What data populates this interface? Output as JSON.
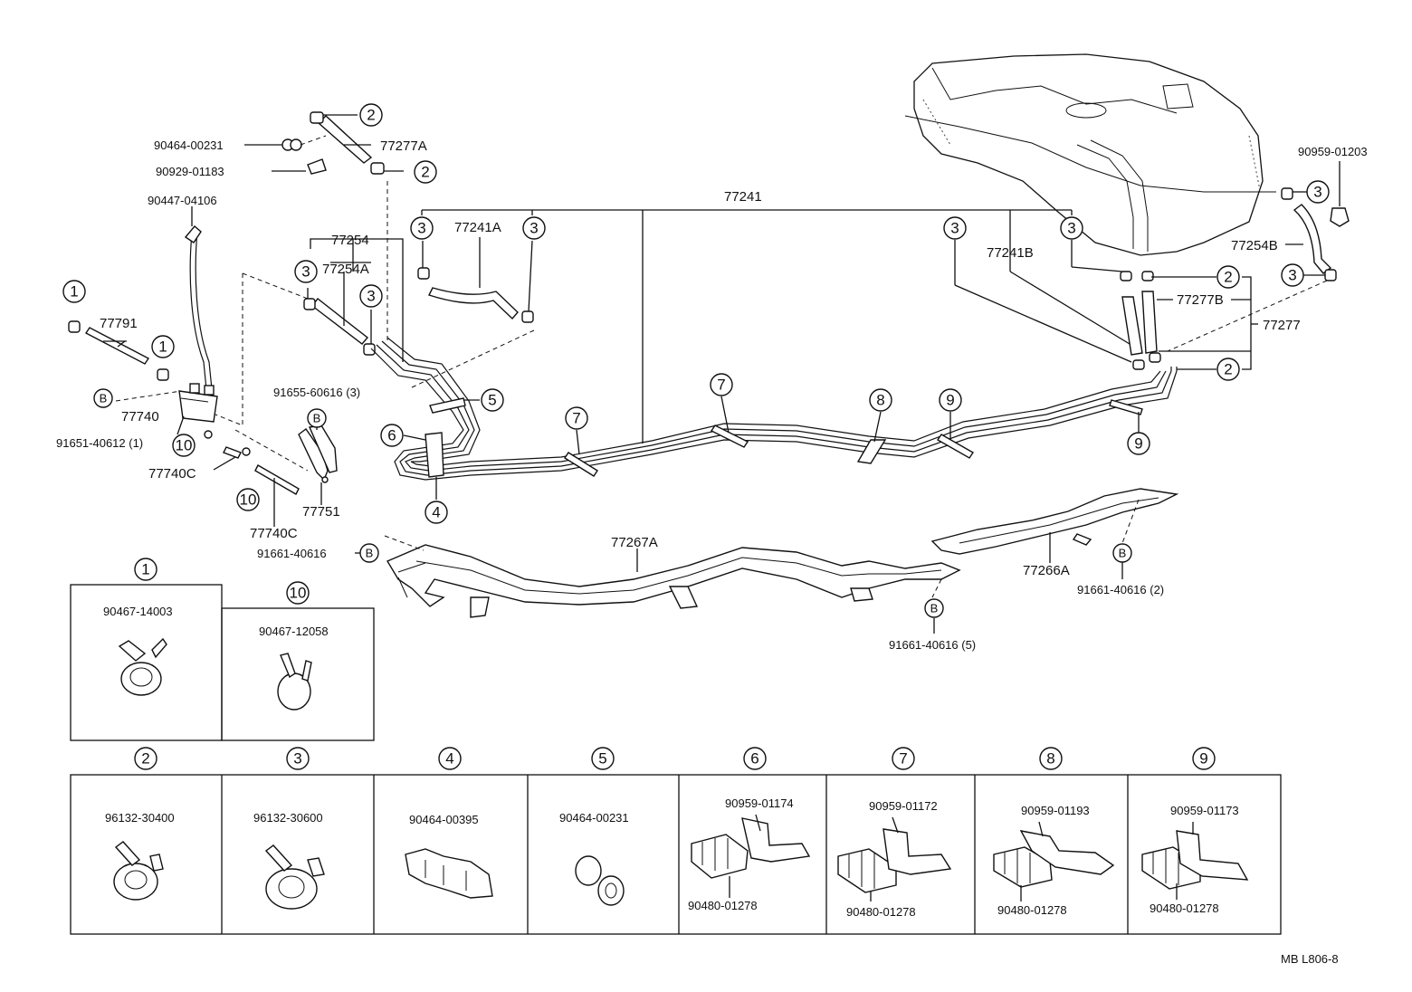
{
  "callouts": {
    "top_left": {
      "p_90464_00231": "90464-00231",
      "p_90929_01183": "90929-01183",
      "p_77277A": "77277A",
      "p_90447_04106": "90447-04106",
      "p_77791": "77791",
      "p_77740": "77740",
      "p_91651_40612": "91651-40612 (1)",
      "p_77740C_a": "77740C",
      "p_77740C_b": "77740C",
      "p_91655_60616": "91655-60616 (3)",
      "p_77751": "77751",
      "p_91661_40616_a": "91661-40616"
    },
    "center": {
      "p_77241": "77241",
      "p_77241A": "77241A",
      "p_77254": "77254",
      "p_77254A": "77254A",
      "p_77267A": "77267A",
      "p_77266A": "77266A",
      "p_91661_40616_5": "91661-40616 (5)",
      "p_91661_40616_2": "91661-40616 (2)"
    },
    "right": {
      "p_90959_01203": "90959-01203",
      "p_77241B": "77241B",
      "p_77254B": "77254B",
      "p_77277B": "77277B",
      "p_77277": "77277"
    }
  },
  "circled_numbers": {
    "n1": "1",
    "n2": "2",
    "n3": "3",
    "n4": "4",
    "n5": "5",
    "n6": "6",
    "n7": "7",
    "n8": "8",
    "n9": "9",
    "n10": "10",
    "b": "B"
  },
  "legend_boxes": [
    {
      "num": "1",
      "part": "90467-14003"
    },
    {
      "num": "10",
      "part": "90467-12058"
    },
    {
      "num": "2",
      "part": "96132-30400"
    },
    {
      "num": "3",
      "part": "96132-30600"
    },
    {
      "num": "4",
      "part": "90464-00395"
    },
    {
      "num": "5",
      "part": "90464-00231"
    },
    {
      "num": "6",
      "part": "90959-01174",
      "sub": "90480-01278"
    },
    {
      "num": "7",
      "part": "90959-01172",
      "sub": "90480-01278"
    },
    {
      "num": "8",
      "part": "90959-01193",
      "sub": "90480-01278"
    },
    {
      "num": "9",
      "part": "90959-01173",
      "sub": "90480-01278"
    }
  ],
  "footer": {
    "code": "MB  L806-8"
  }
}
